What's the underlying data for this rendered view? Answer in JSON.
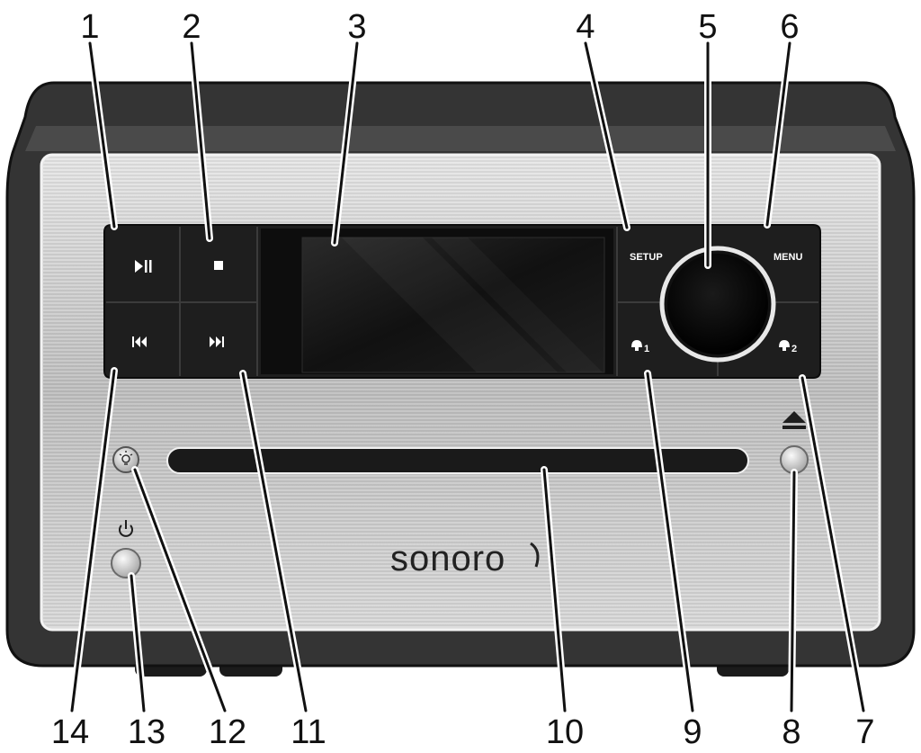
{
  "device": {
    "brand": "sonoro",
    "buttons": {
      "setup": "SETUP",
      "menu": "MENU",
      "preset1": "1",
      "preset2": "2"
    },
    "icons": {
      "play_pause": "play-pause-icon",
      "stop": "stop-icon",
      "previous": "skip-previous-icon",
      "next": "skip-next-icon",
      "eject": "eject-icon",
      "power": "power-icon",
      "dimmer": "dimmer-icon",
      "preset": "preset-icon"
    }
  },
  "callouts": {
    "top": [
      "1",
      "2",
      "3",
      "4",
      "5",
      "6"
    ],
    "bottom": [
      "14",
      "13",
      "12",
      "11",
      "10",
      "9",
      "8",
      "7"
    ]
  },
  "colors": {
    "cabinet": "#3a3a3a",
    "panel": "#c9c9c9",
    "controls": "#1e1e1e",
    "display": "#151515"
  }
}
